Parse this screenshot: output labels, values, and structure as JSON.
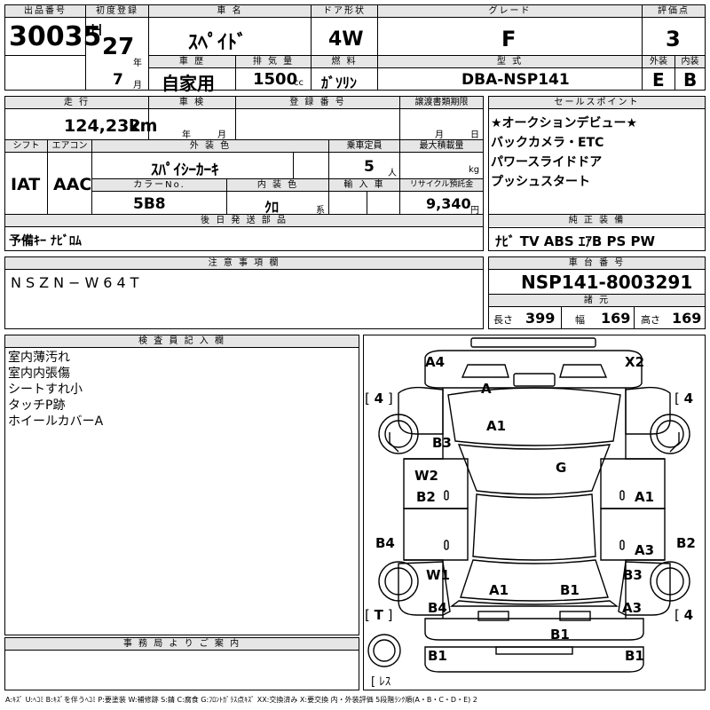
{
  "headers": {
    "lot_no": "出品番号",
    "first_reg": "初度登録",
    "car_name": "車 名",
    "door_type": "ドア形状",
    "grade": "グレード",
    "score": "評価点",
    "history": "車 歴",
    "displacement": "排 気 量",
    "fuel": "燃 料",
    "model_code": "型 式",
    "exterior": "外装",
    "interior": "内装",
    "mileage": "走 行",
    "inspection": "車 検",
    "plate": "登 録 番 号",
    "transfer": "譲渡書類期限",
    "sales_point": "セールスポイント",
    "shift": "シフト",
    "aircon": "エアコン",
    "ext_color": "外 装 色",
    "capacity": "乗車定員",
    "max_load": "最大積載量",
    "color_no": "カラーNo.",
    "int_color": "内 装 色",
    "import": "輸 入 車",
    "recycle": "リサイクル預託金",
    "later_parts": "後 日 発 送 部 品",
    "genuine": "純 正 装 備",
    "notes": "注 意 事 項 欄",
    "chassis": "車 台 番 号",
    "dims": "諸 元",
    "inspector": "検 査 員 記 入 欄",
    "office": "事 務 局 よ り ご 案 内"
  },
  "lot_no": "30035",
  "era": "H",
  "year": "27",
  "year_unit": "年",
  "month": "7",
  "month_unit": "月",
  "car_name": "ｽﾍﾟｲﾄﾞ",
  "door": "4W",
  "grade": "F",
  "score": "3",
  "history": "自家用",
  "displacement": "1500",
  "displacement_unit": "cc",
  "fuel": "ｶﾞｿﾘﾝ",
  "model_code": "DBA-NSP141",
  "exterior_score": "E",
  "interior_score": "B",
  "mileage": "124,232",
  "mileage_unit": "km",
  "insp_year_unit": "年",
  "insp_month_unit": "月",
  "transfer_month_unit": "月",
  "transfer_day_unit": "日",
  "sales_points": [
    "★オークションデビュー★",
    "バックカメラ・ETC",
    "パワースライドドア",
    "プッシュスタート"
  ],
  "shift": "IAT",
  "aircon": "AAC",
  "ext_color": "ｽﾊﾟｲｼｰｶｰｷ",
  "capacity": "5",
  "capacity_unit": "人",
  "load_unit": "kg",
  "color_no": "5B8",
  "int_color": "ｸﾛ",
  "int_color_unit": "系",
  "recycle": "9,340",
  "recycle_unit": "円",
  "later_parts": "予備ｷｰ ﾅﾋﾞﾛﾑ",
  "genuine": "ﾅﾋﾞ TV ABS ｴｱB PS PW",
  "notes": "NSZN−W64T",
  "chassis": "NSP141-8003291",
  "length_label": "長さ",
  "length": "399",
  "width_label": "幅",
  "width": "169",
  "height_label": "高さ",
  "height": "169",
  "inspector_notes": [
    "室内薄汚れ",
    "室内内張傷",
    "シートすれ小",
    "タッチP跡",
    "ホイールカバーA"
  ],
  "diagram": {
    "A4": "A4",
    "X2": "X2",
    "A_top": "A",
    "A1_hood": "A1",
    "B3_l": "B3",
    "W2": "W2",
    "B2": "B2",
    "G": "G",
    "A1_r": "A1",
    "B4_l": "B4",
    "A3_r": "A3",
    "B2_r": "B2",
    "W1": "W1",
    "B3_r": "B3",
    "A1_roof": "A1",
    "B1_roof": "B1",
    "B4_rear": "B4",
    "A3_rear": "A3",
    "B1_bumper": "B1",
    "B1_bl": "B1",
    "B1_br": "B1",
    "tire_fl": "4",
    "tire_fr": "4",
    "tire_rr": "4",
    "tire_rl": "T",
    "spare": "ﾚｽ"
  },
  "legend": "A:ｷｽﾞ U:ﾍｺﾐ B:ｷｽﾞを伴うﾍｺﾐ P:要塗装 W:補修跡 S:錆 C:腐食 G:ﾌﾛﾝﾄｶﾞﾗｽ点ｷｽﾞ XX:交換済み X:要交換 内・外装評価 5段階ﾗﾝｸ順(A・B・C・D・E) 2"
}
